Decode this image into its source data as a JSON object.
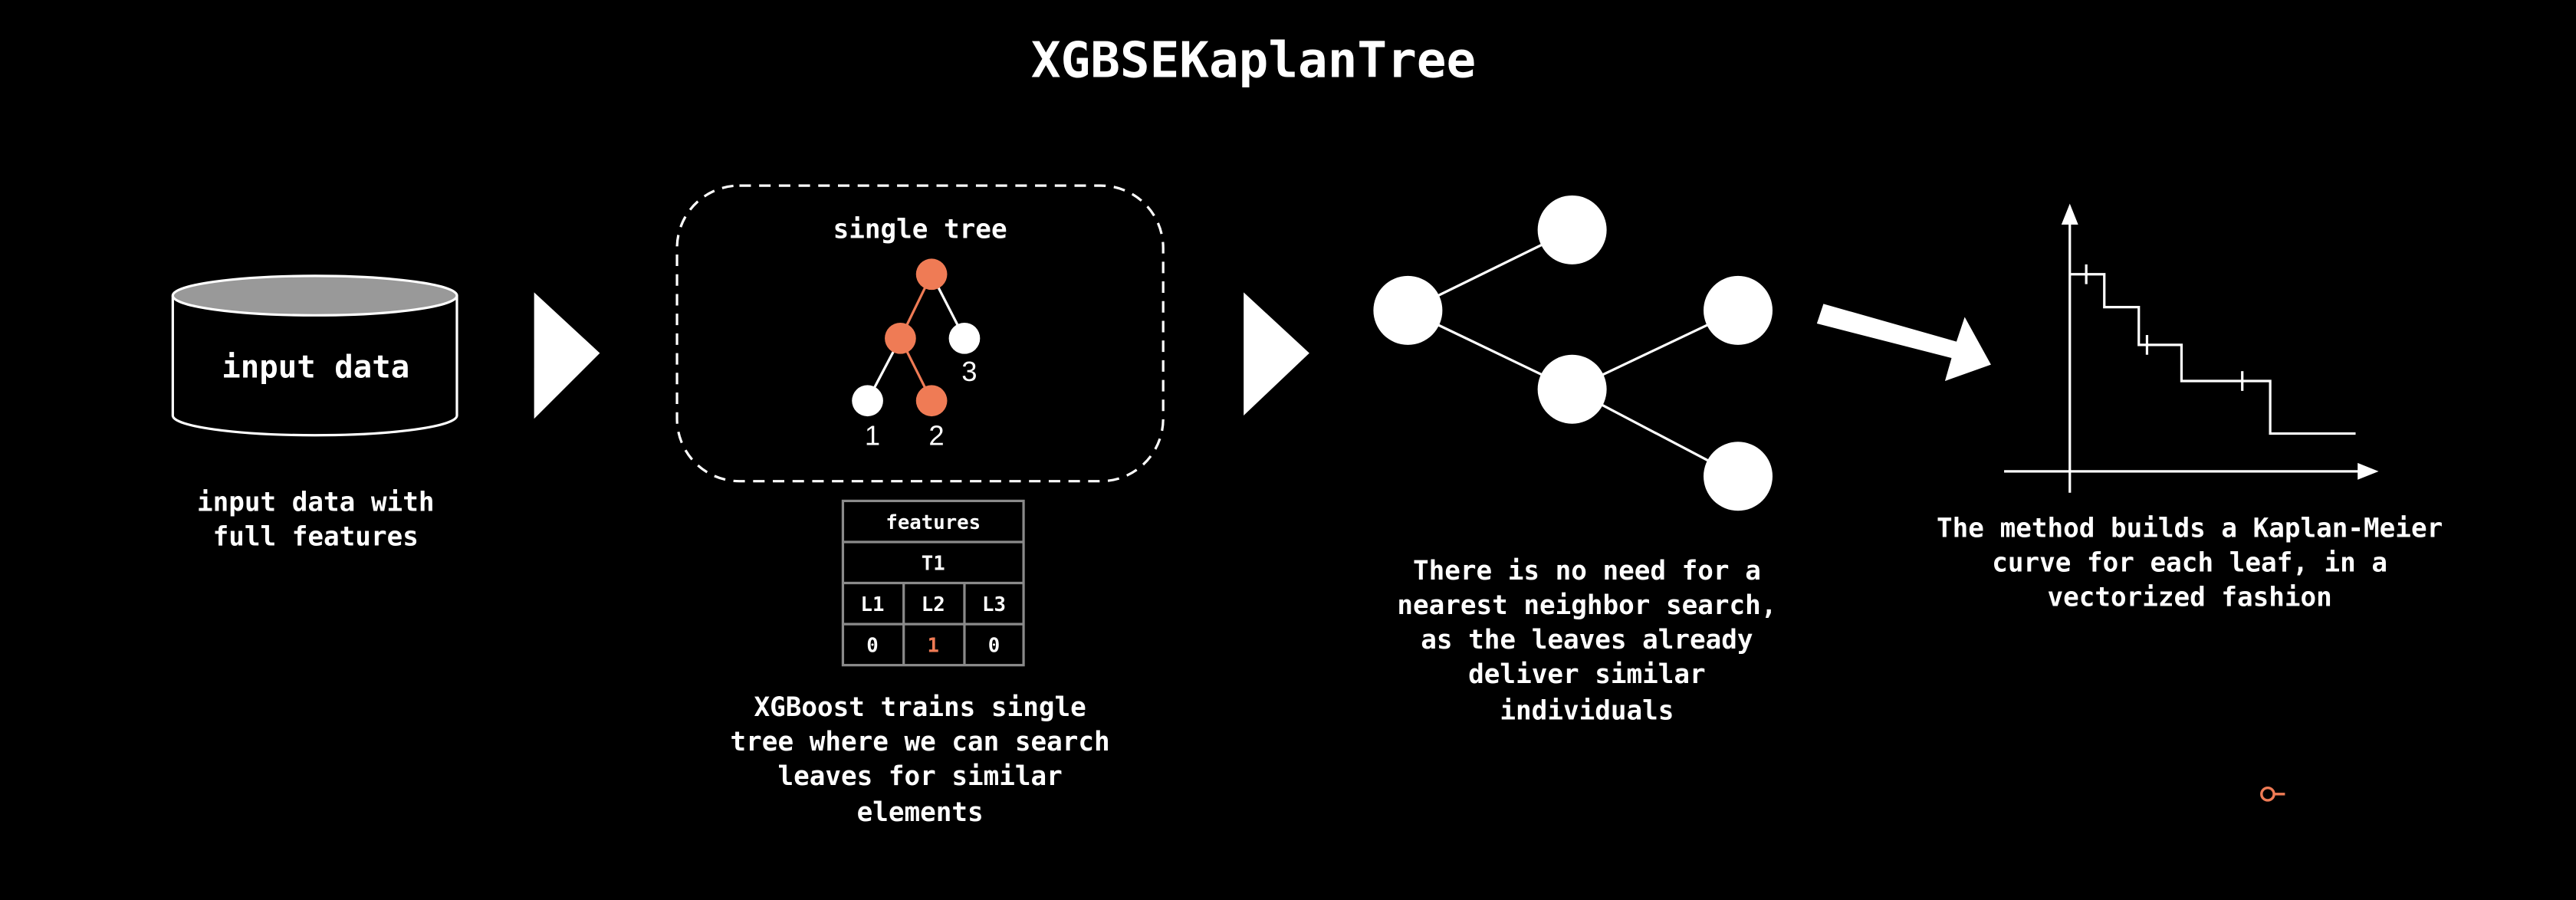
{
  "title": "XGBSEKaplanTree",
  "colors": {
    "accent": "#EF7B55",
    "background": "#000000",
    "foreground": "#FFFFFF",
    "table_border": "#8A8A8A"
  },
  "step1": {
    "cylinder_label": "input data",
    "caption": [
      "input data with",
      "full features"
    ]
  },
  "step2": {
    "box_title": "single tree",
    "leaf_labels": [
      "1",
      "2",
      "3"
    ],
    "table": {
      "header": "features",
      "tree": "T1",
      "columns": [
        "L1",
        "L2",
        "L3"
      ],
      "values": [
        "0",
        "1",
        "0"
      ]
    },
    "caption": [
      "XGBoost trains single",
      "tree where we can search",
      "leaves for similar",
      "elements"
    ]
  },
  "step3": {
    "caption": [
      "There is no need for a",
      "nearest neighbor search,",
      "as the leaves already",
      "deliver similar",
      "individuals"
    ]
  },
  "step4": {
    "caption": [
      "The method builds a Kaplan-Meier",
      "curve for each leaf, in a",
      "vectorized fashion"
    ]
  },
  "icons": [
    "database-cylinder-icon",
    "chevron-right-icon",
    "tree-icon",
    "graph-icon",
    "arrow-right-icon",
    "km-curve-icon",
    "key-icon"
  ]
}
